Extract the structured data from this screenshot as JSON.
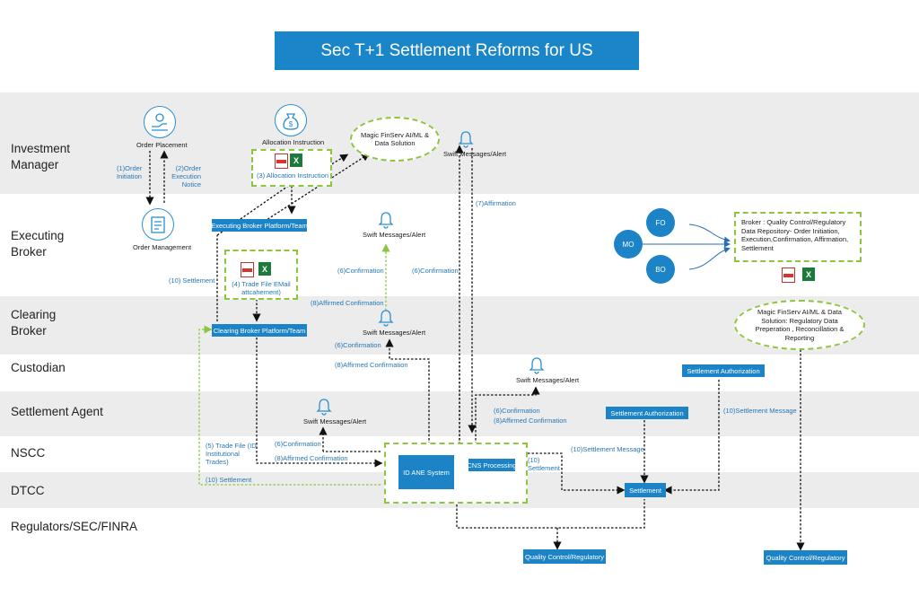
{
  "title": "Sec T+1 Settlement Reforms for US",
  "lanes": {
    "investment_manager": "Investment Manager",
    "executing_broker": "Executing Broker",
    "clearing_broker": "Clearing Broker",
    "custodian": "Custodian",
    "settlement_agent": "Settlement Agent",
    "nscc": "NSCC",
    "dtcc": "DTCC",
    "regulators": "Regulators/SEC/FINRA"
  },
  "nodes": {
    "order_placement": "Order Placement",
    "order_management": "Order Management",
    "allocation_instruction": "Allocation Instruction",
    "allocation_instruction_box": "(3) Allocation Instruction",
    "magic_top": "Magic FinServ AI/ML & Data Solution",
    "swift": "Swift Messages/Alert",
    "executing_platform": "Executing Broker Platform/Team",
    "trade_file": "(4) Trade File EMail attcahement)",
    "clearing_platform": "Clearing Broker Platform/Team",
    "fo": "FO",
    "mo": "MO",
    "bo": "BO",
    "broker_qc": "Broker : Quality Control/Regulatory Data Repository- Order Initiation, Execution,Confirmation, Affirmation, Settlement",
    "magic_right": "Magic FinServ AI/ML & Data Solution: Regulatory Data Preperation , Reconcillation & Reporting",
    "settlement_authorization": "Settlement Authorization",
    "id_ane": "ID ANE System",
    "cns": "CNS Processing",
    "settlement": "Settlement",
    "qc_regulatory": "Quality Control/Regulatory"
  },
  "edge_labels": {
    "order_initiation": "(1)Order Initiation",
    "order_execution_notice": "(2)Order Execution Notice",
    "affirmation": "(7)Affirmation",
    "confirmation": "(6)Confirmation",
    "affirmed_confirmation": "(8)Affirmed Confirmation",
    "settlement_10": "(10) Settlement",
    "settlement_10b": "(10) Settlement",
    "trade_file_5": "(5) Trade File (ID Institutional Trades)",
    "settlement_message": "(10)Settlement Message"
  },
  "icons": [
    "hand-coin-icon",
    "document-icon",
    "money-bag-icon",
    "bell-icon",
    "pdf-icon",
    "excel-icon"
  ],
  "colors": {
    "accent": "#1b83c6",
    "dashed": "#8cc63f",
    "band": "#ececec",
    "edge_text": "#2577b8"
  }
}
